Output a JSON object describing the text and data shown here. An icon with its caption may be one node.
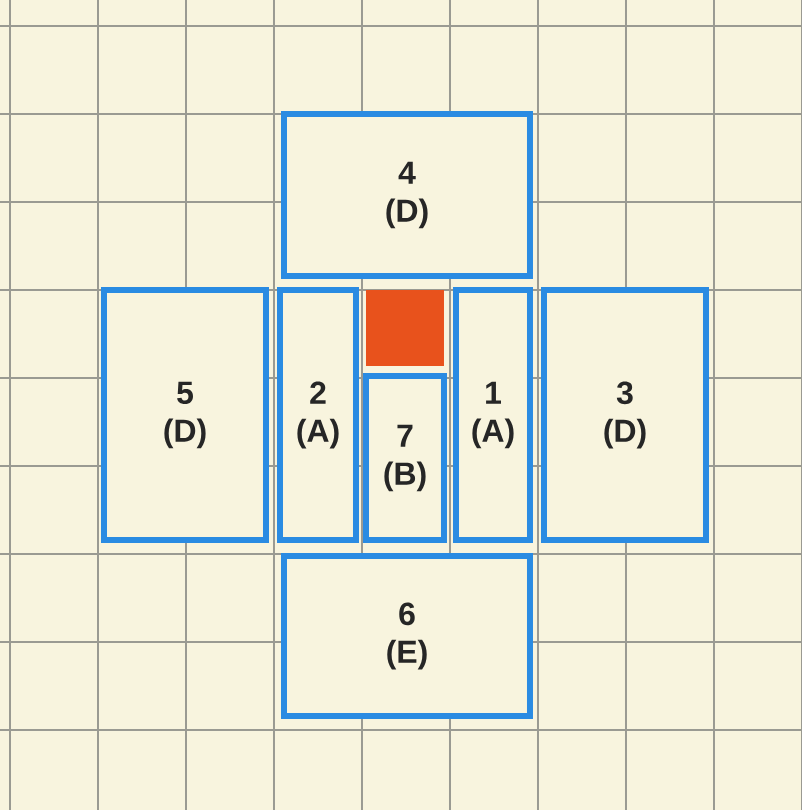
{
  "diagram": {
    "nodes": [
      {
        "text": [
          "4",
          "(D)"
        ]
      },
      {
        "text": [
          "5",
          "(D)"
        ]
      },
      {
        "text": [
          "2",
          "(A)"
        ]
      },
      {
        "text": [],
        "shape": "box"
      },
      {
        "text": [
          "1",
          "(A)"
        ]
      },
      {
        "text": [
          "3",
          "(D)"
        ]
      },
      {
        "text": [
          "7",
          "(B)"
        ]
      },
      {
        "text": [
          "6",
          "(E)"
        ]
      }
    ]
  }
}
